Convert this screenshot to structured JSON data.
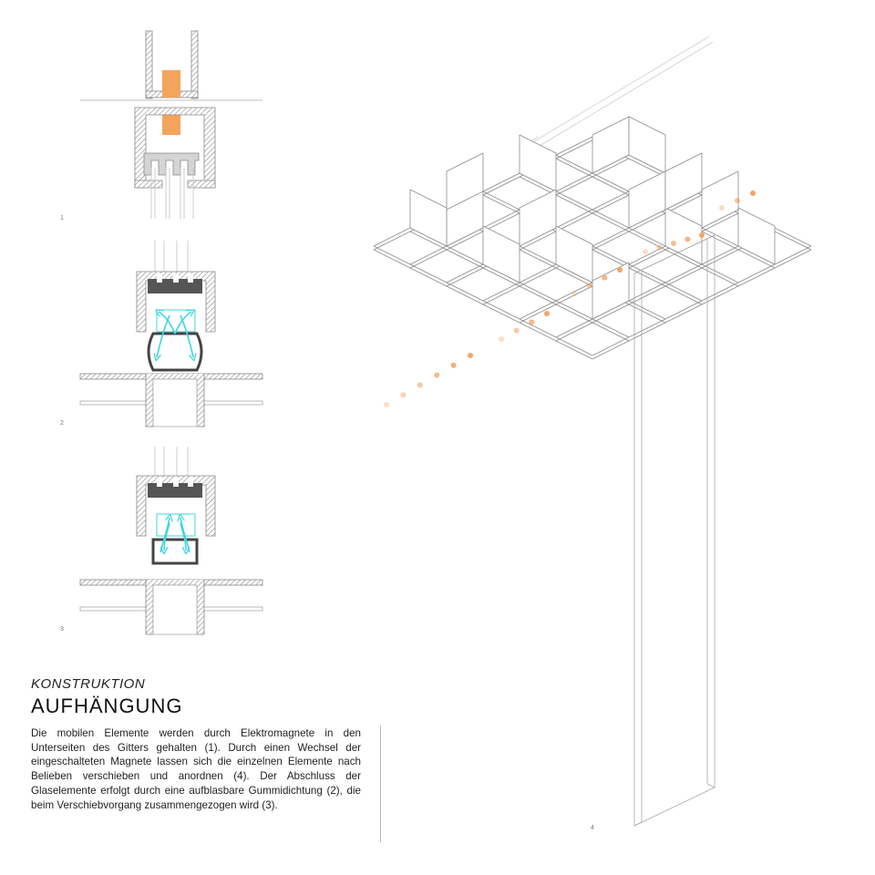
{
  "figure_labels": {
    "detail_1": "1",
    "detail_2": "2",
    "detail_3": "3",
    "axonometry": "4"
  },
  "text": {
    "kicker": "KONSTRUKTION",
    "title": "AUFHÄNGUNG",
    "body": "Die mobilen Elemente werden durch Elektromagnete in den Unterseiten des Gitters gehalten (1). Durch einen Wechsel der eingeschalteten Magnete lassen sich die einzelnen Elemente nach Belieben verschieben und anordnen (4). Der Abschluss der Glaselemente erfolgt durch eine aufblasbare Gummidichtung (2), die beim Verschiebvorgang zusammengezogen wird (3)."
  },
  "colors": {
    "magnet": "#f4a45c",
    "air_arrows": "#3fd6e0",
    "seal": "#444444",
    "hatch": "#8a8a8a",
    "line": "#9a9a9a",
    "dot": "#f0a060"
  },
  "icons": [
    "magnet-block",
    "air-flow-arrow",
    "rubber-seal",
    "movement-arrow"
  ]
}
